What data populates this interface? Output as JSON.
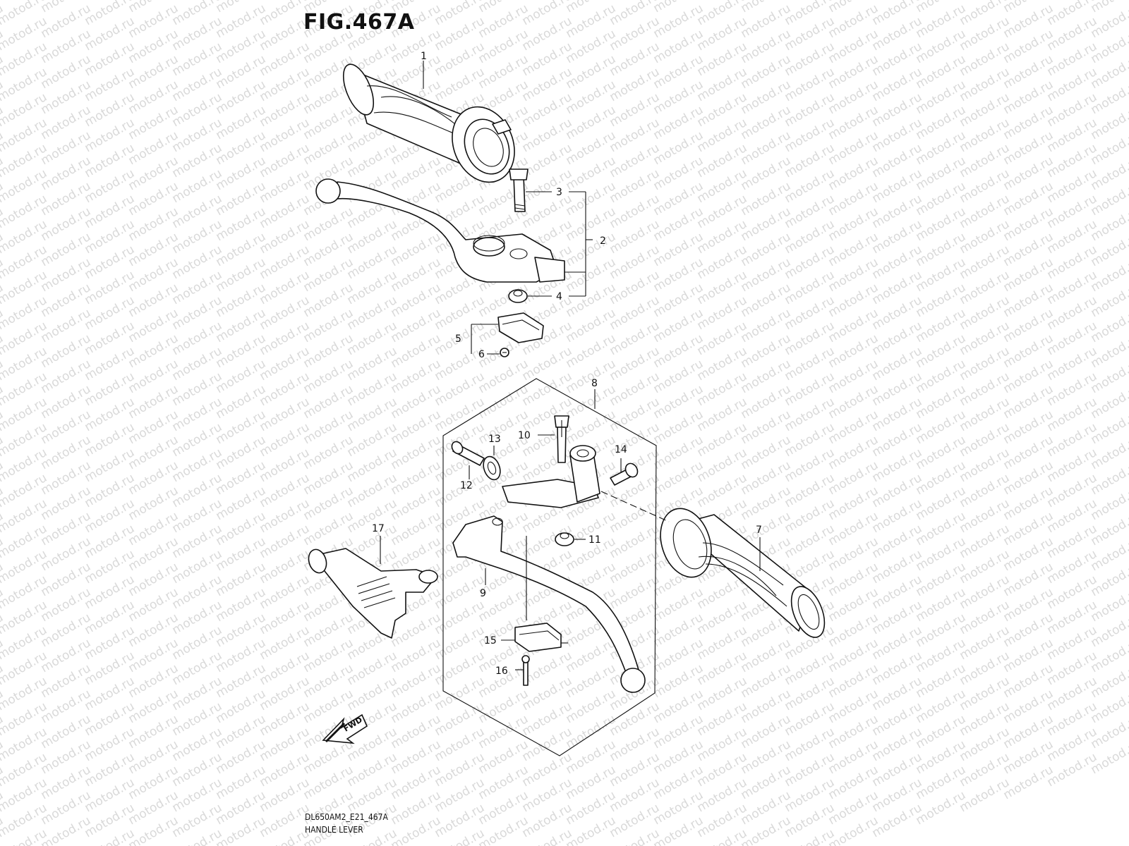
{
  "figure": {
    "title": "FIG.467A",
    "diagram_code": "DL650AM2_E21_467A",
    "diagram_name": "HANDLE LEVER",
    "watermark": "motod.ru",
    "fwd_label": "FWD"
  },
  "callouts": [
    "1",
    "2",
    "3",
    "4",
    "5",
    "6",
    "7",
    "8",
    "9",
    "10",
    "11",
    "12",
    "13",
    "14",
    "15",
    "16",
    "17"
  ]
}
